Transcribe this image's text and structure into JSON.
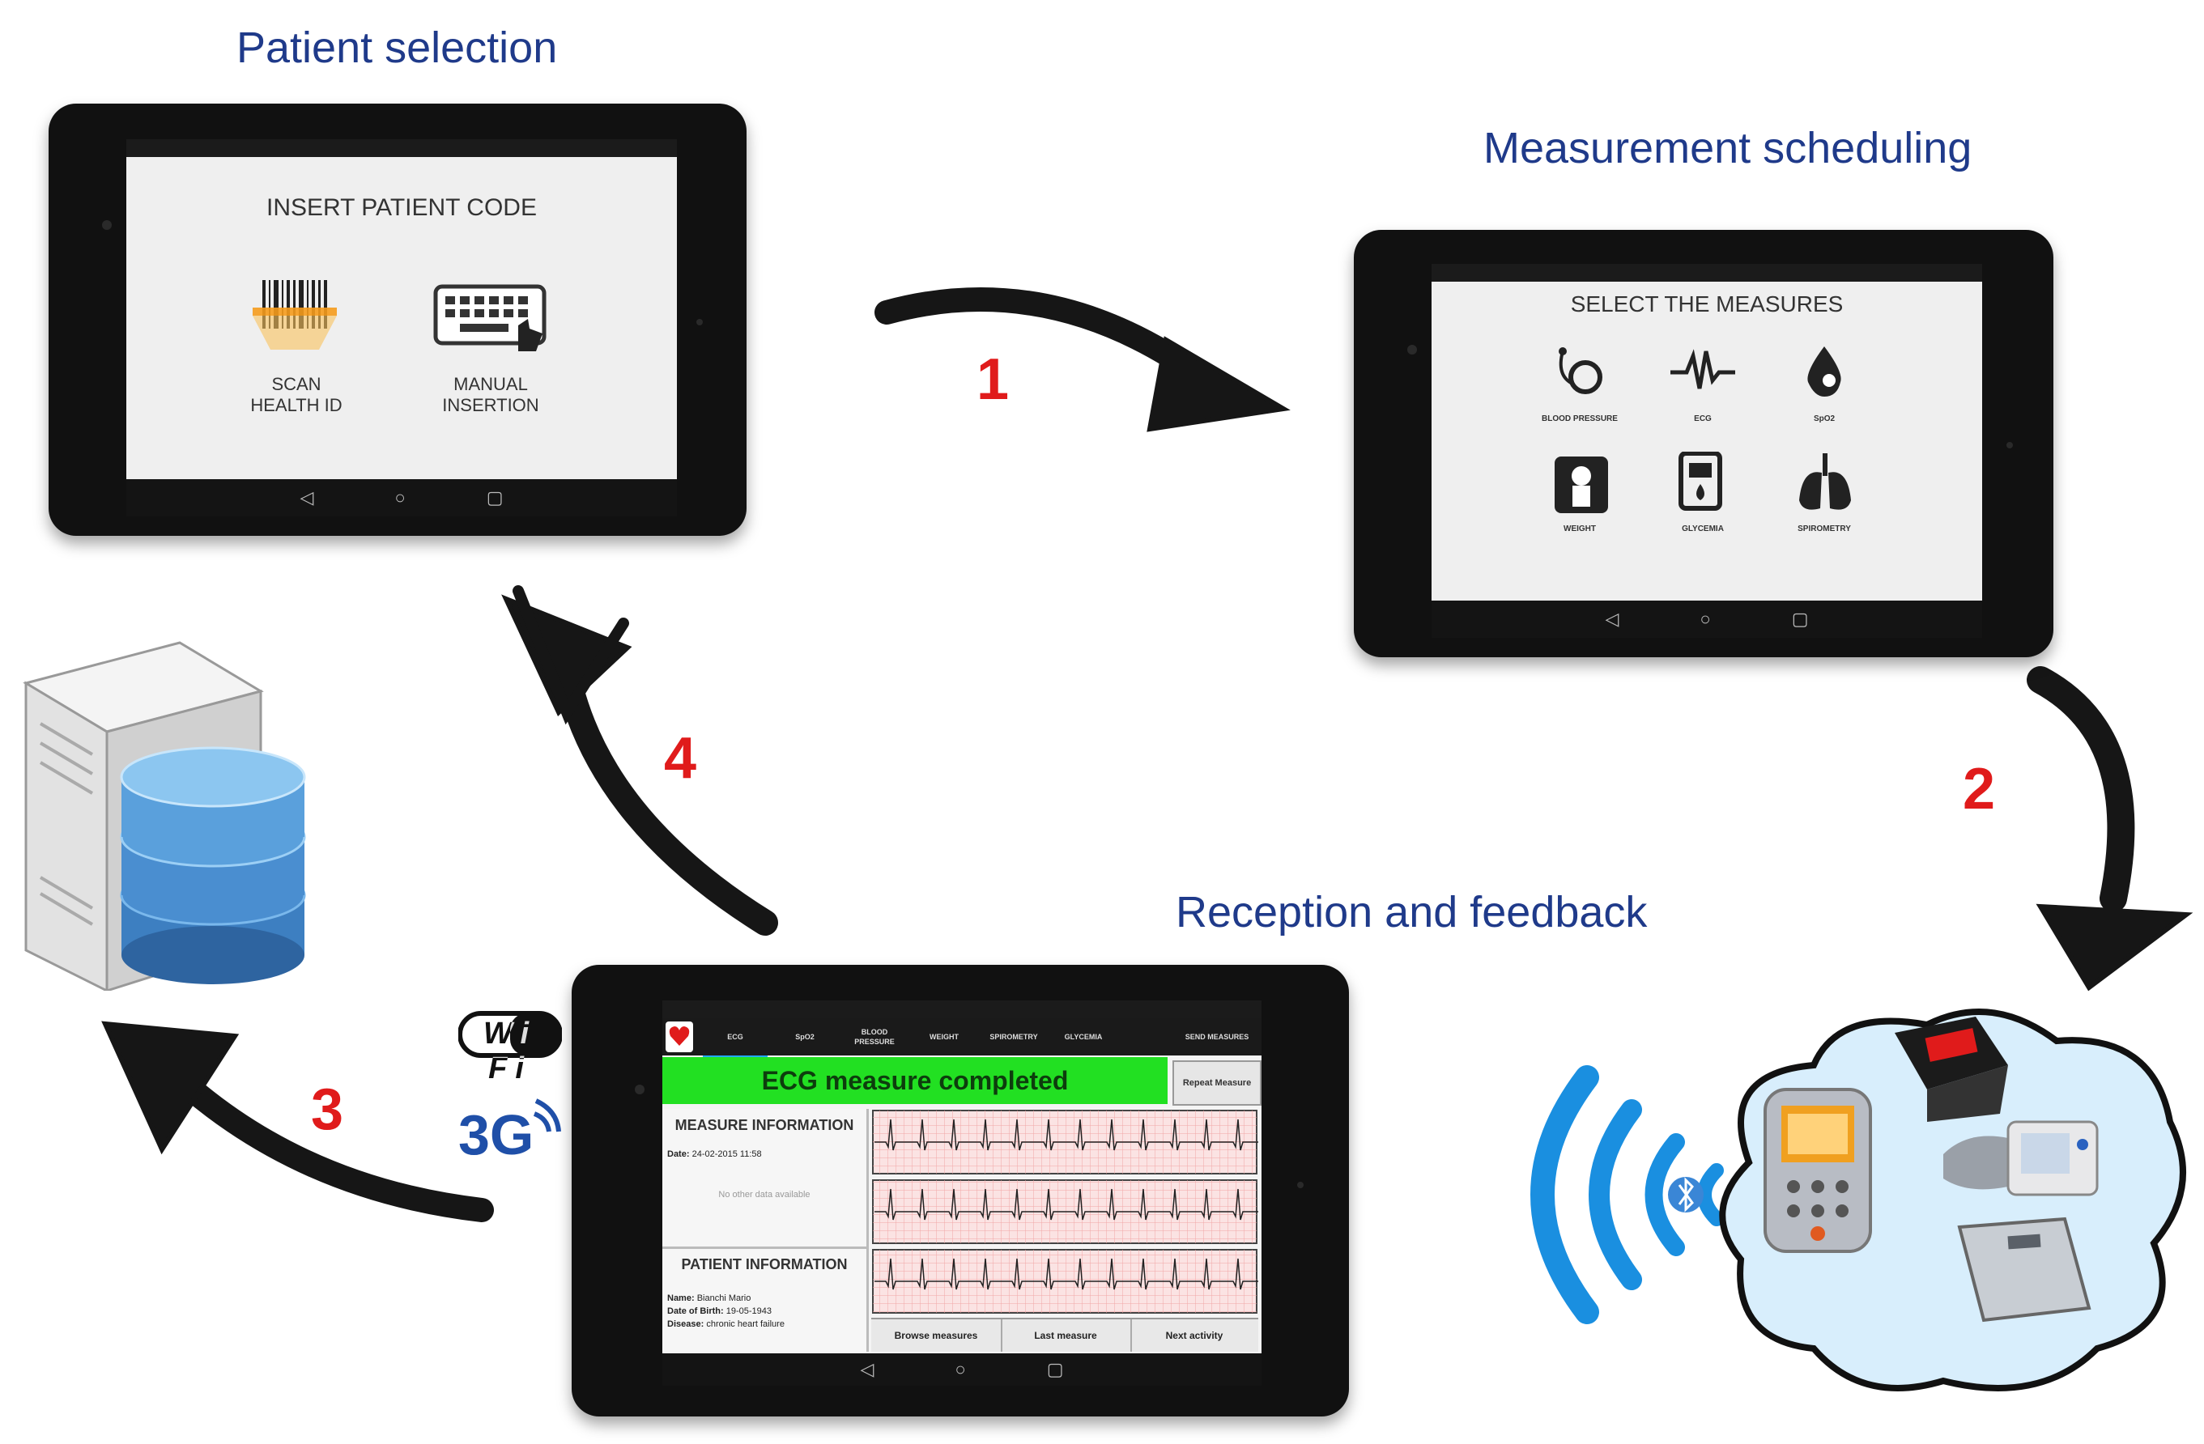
{
  "steps": {
    "patient_selection": "Patient selection",
    "measurement_scheduling": "Measurement scheduling",
    "reception_feedback": "Reception and feedback"
  },
  "arrow_numbers": [
    "1",
    "2",
    "3",
    "4"
  ],
  "tablet1": {
    "title": "INSERT PATIENT CODE",
    "scan_label_1": "SCAN",
    "scan_label_2": "HEALTH ID",
    "manual_label_1": "MANUAL",
    "manual_label_2": "INSERTION"
  },
  "tablet2": {
    "title": "SELECT THE MEASURES",
    "measures": [
      "BLOOD PRESSURE",
      "ECG",
      "SpO2",
      "WEIGHT",
      "GLYCEMIA",
      "SPIROMETRY"
    ]
  },
  "tablet3": {
    "tabs": [
      "ECG",
      "SpO2",
      "BLOOD PRESSURE",
      "WEIGHT",
      "SPIROMETRY",
      "GLYCEMIA",
      "SEND MEASURES"
    ],
    "banner": "ECG measure completed",
    "repeat": "Repeat Measure",
    "measure_info_title": "MEASURE INFORMATION",
    "date_label": "Date:",
    "date_value": "24-02-2015 11:58",
    "no_data": "No other data available",
    "patient_info_title": "PATIENT INFORMATION",
    "name_label": "Name:",
    "name_value": "Bianchi Mario",
    "dob_label": "Date of Birth:",
    "dob_value": "19-05-1943",
    "disease_label": "Disease:",
    "disease_value": "chronic heart failure",
    "buttons": [
      "Browse measures",
      "Last measure",
      "Next activity"
    ]
  },
  "connectivity": {
    "wifi": "Wi Fi",
    "g3": "3G"
  },
  "colors": {
    "title_blue": "#1f3a8a",
    "number_red": "#e01b1b",
    "ecg_green": "#22e022",
    "ecg_grid": "#f2a6a6"
  }
}
